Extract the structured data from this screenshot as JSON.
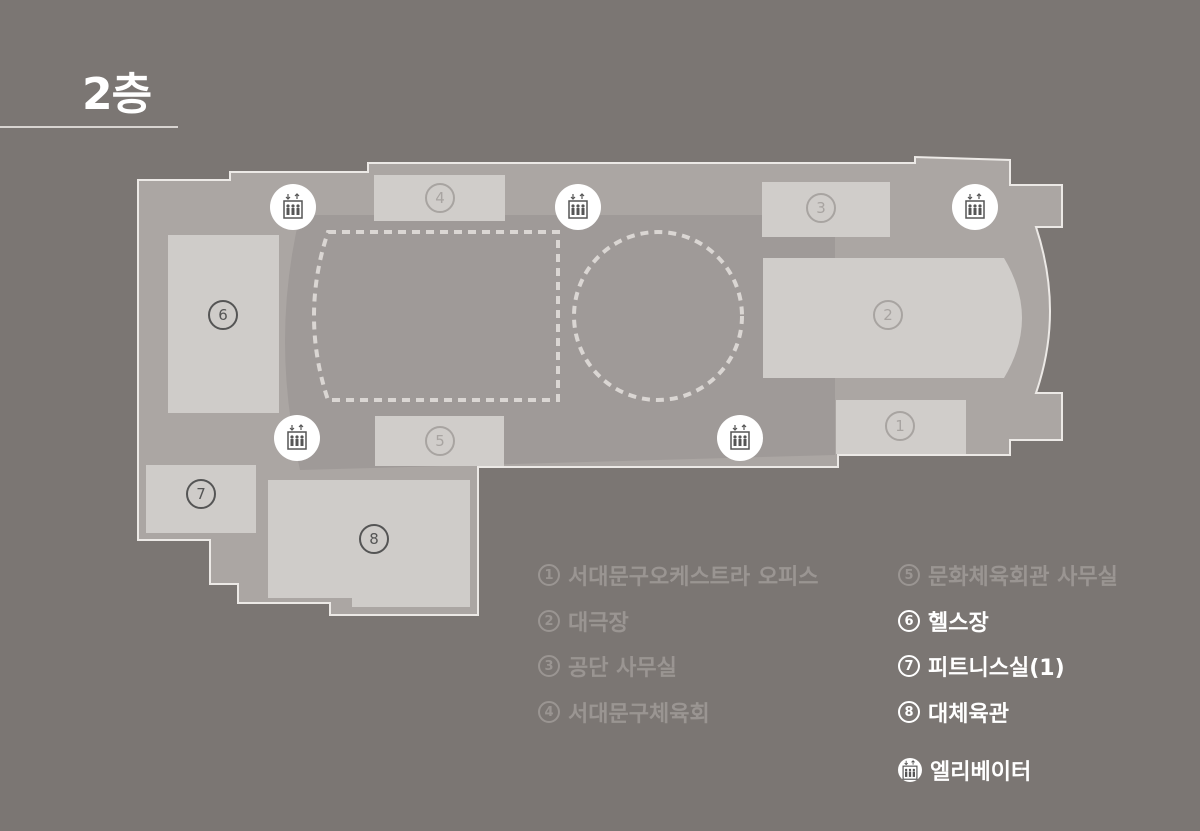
{
  "floor": {
    "title": "2층"
  },
  "rooms": [
    {
      "num": "1",
      "name": "서대문구오케스트라 오피스",
      "active": false
    },
    {
      "num": "2",
      "name": "대극장",
      "active": false
    },
    {
      "num": "3",
      "name": "공단 사무실",
      "active": false
    },
    {
      "num": "4",
      "name": "서대문구체육회",
      "active": false
    },
    {
      "num": "5",
      "name": "문화체육회관 사무실",
      "active": false
    },
    {
      "num": "6",
      "name": "헬스장",
      "active": true
    },
    {
      "num": "7",
      "name": "피트니스실(1)",
      "active": true
    },
    {
      "num": "8",
      "name": "대체육관",
      "active": true
    }
  ],
  "elevator": {
    "label": "엘리베이터",
    "icon": "elevator-icon",
    "count": 5
  },
  "colors": {
    "background": "#7b7673",
    "floor_plate": "#aba6a3",
    "inner_area": "#9f9a98",
    "room_inactive": "#d0cdca",
    "room_active": "#cfccc9",
    "legend_dim": "#9a9592",
    "legend_lit": "#ffffff"
  }
}
